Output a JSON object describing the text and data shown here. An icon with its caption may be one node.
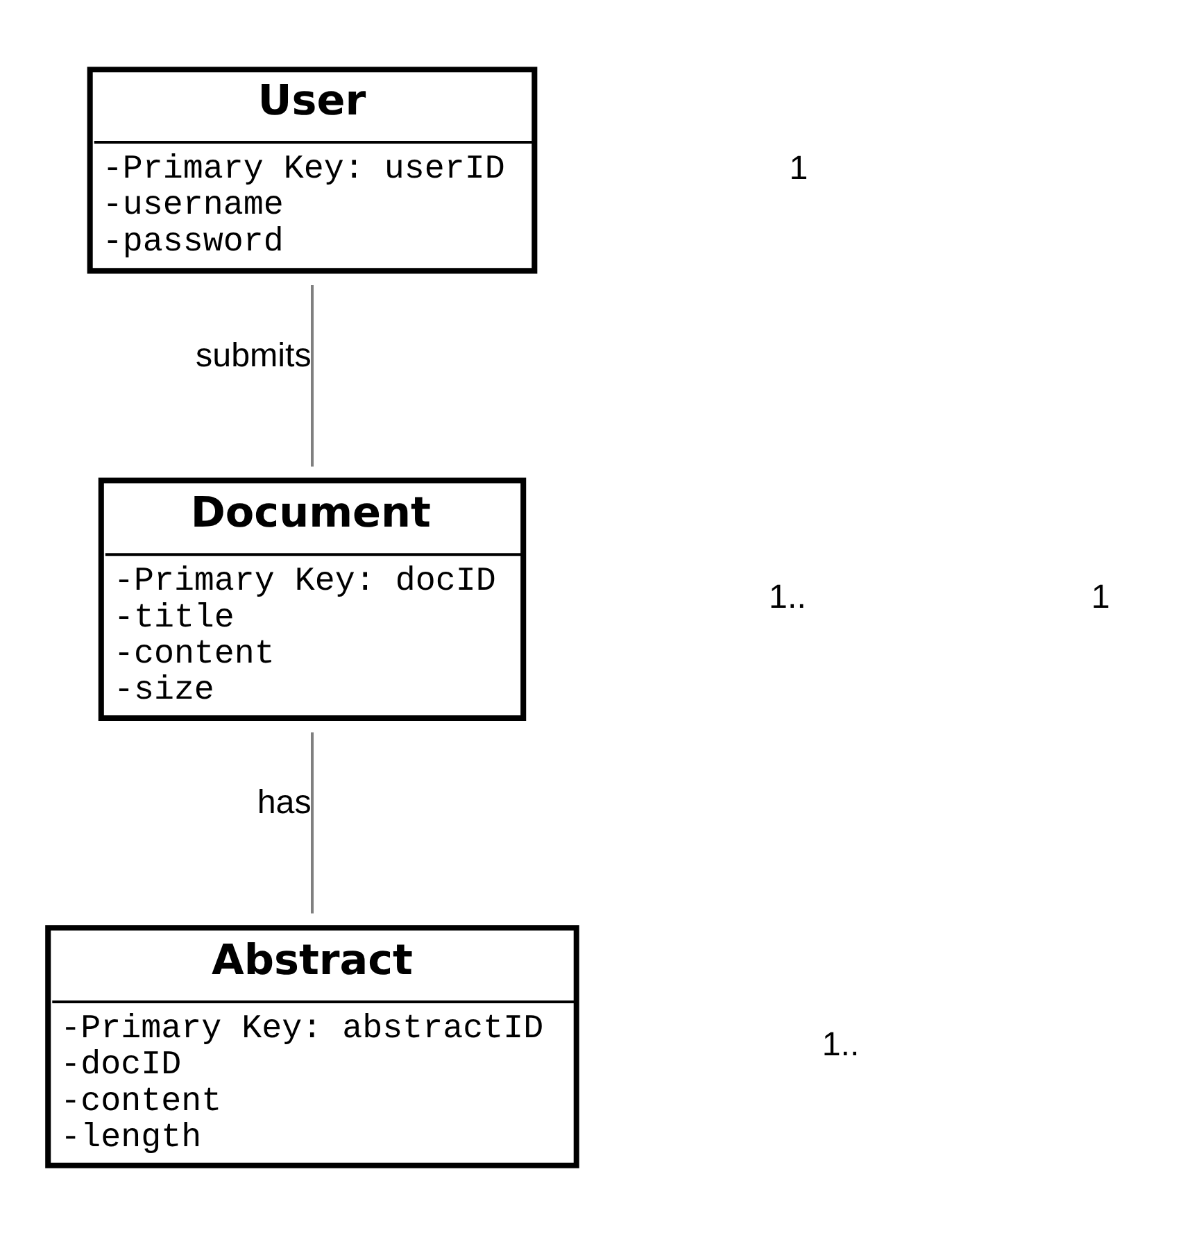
{
  "diagram": {
    "nodes": [
      {
        "text": [
          "User",
          "-Primary Key: userID",
          "-username",
          "-password"
        ]
      },
      {
        "text": [
          "Document",
          "-Primary Key: docID",
          "-title",
          "-content",
          "-size"
        ]
      },
      {
        "text": [
          "Abstract",
          "-Primary Key: abstractID",
          "-docID",
          "-content",
          "-length"
        ]
      }
    ],
    "edges": [
      {
        "from": 0,
        "to": 1,
        "arrow": "none",
        "label": "submits"
      },
      {
        "from": 1,
        "to": 2,
        "arrow": "none",
        "label": "has"
      }
    ],
    "labels": [
      "1",
      "1..",
      "1",
      "1.."
    ]
  }
}
